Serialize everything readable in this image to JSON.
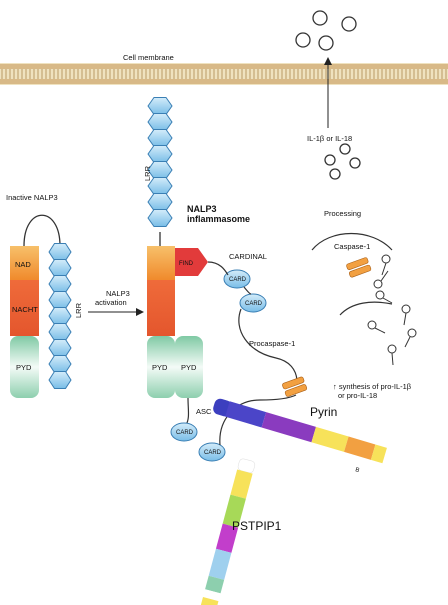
{
  "labels": {
    "cell_membrane": "Cell membrane",
    "inactive_nalp3": "Inactive NALP3",
    "nad": "NAD",
    "nacht": "NACHT",
    "pyd": "PYD",
    "lrr": "LRR",
    "nalp3_activation_line1": "NALP3",
    "nalp3_activation_line2": "activation",
    "inflammasome_line1": "NALP3",
    "inflammasome_line2": "inflammasome",
    "find": "FIND",
    "cardinal": "CARDINAL",
    "card": "CARD",
    "procaspase": "Procaspase-1",
    "asc": "ASC",
    "pyrin": "Pyrin",
    "pstpip1": "PSTPIP1",
    "il1b": "IL-1β or IL-18",
    "processing": "Processing",
    "caspase1": "Caspase-1",
    "synthesis_line1": "↑ synthesis of pro-IL-1β",
    "synthesis_line2": "or pro-IL-18",
    "b30_2": "B"
  },
  "colors": {
    "membrane": "#e6d2a2",
    "nad": "#f2a041",
    "nacht": "#e8653b",
    "pyd": "#bfe3cd",
    "lrr": "#9fd0ee",
    "find": "#e23b3b",
    "card": "#b9dcf3",
    "pyrin_blue": "#3c3fbf",
    "pyrin_purple": "#8a3bbf",
    "pyrin_yellow": "#f7e25a",
    "pstpip_magenta": "#c23ecb",
    "pstpip_green": "#a7d958"
  }
}
